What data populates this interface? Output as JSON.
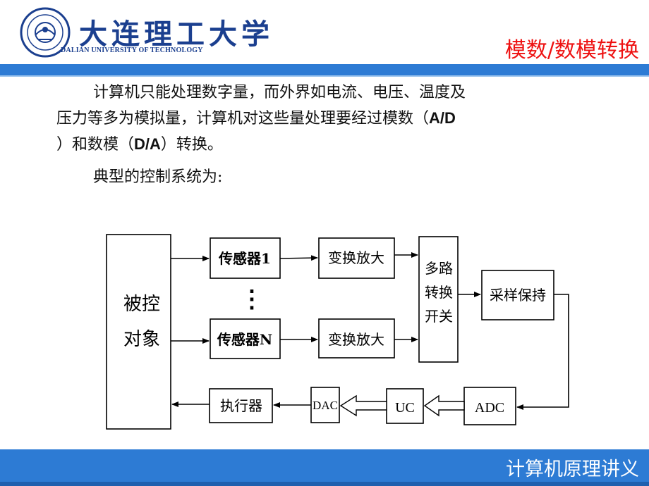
{
  "header": {
    "logo_title": "大连理工大学",
    "logo_subtitle": "DALIAN UNIVERSITY OF TECHNOLOGY",
    "slide_title": "模数/数模转换"
  },
  "body": {
    "para1_line1": "计算机只能处理数字量，而外界如电流、电压、温度及",
    "para1_line2a": "压力等多为模拟量，计算机对这些量处理要经过模数（",
    "para1_line2b": "A/D",
    "para1_line3a": "）和数模（",
    "para1_line3b": "D/A",
    "para1_line3c": "）转换。",
    "para2": "典型的控制系统为:"
  },
  "diagram": {
    "controlled_object_line1": "被控",
    "controlled_object_line2": "对象",
    "sensor_1": "传感器1",
    "sensor_n": "传感器N",
    "amplifier_1": "变换放大",
    "amplifier_n": "变换放大",
    "ellipsis": "⋮",
    "mux_line1": "多路",
    "mux_line2": "转换",
    "mux_line3": "开关",
    "sample_hold": "采样保持",
    "adc": "ADC",
    "uc": "UC",
    "dac": "DAC",
    "actuator": "执行器"
  },
  "footer": {
    "label": "计算机原理讲义"
  },
  "colors": {
    "brand_blue": "#2d7bd4",
    "title_red": "#ee1111",
    "logo_blue": "#1b3f8f"
  }
}
